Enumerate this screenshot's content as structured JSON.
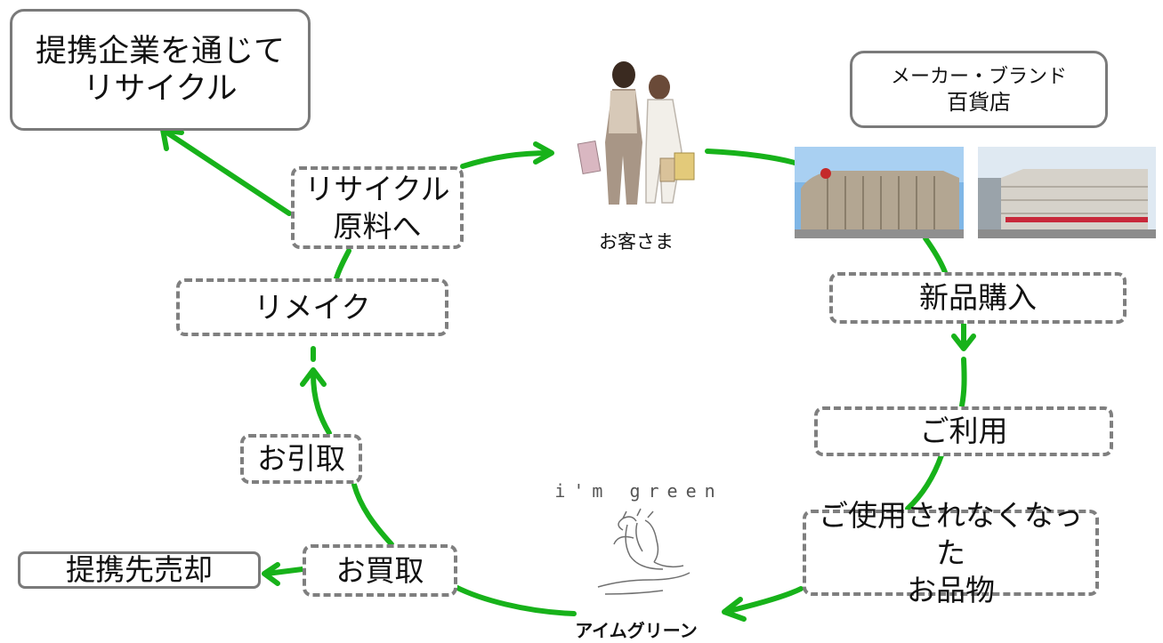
{
  "boxes": {
    "recycle_partner": [
      "提携企業を通じて",
      "リサイクル"
    ],
    "maker_brand": [
      "メーカー・ブランド",
      "百貨店"
    ],
    "recycle_material": [
      "リサイクル",
      "原料へ"
    ],
    "remake": "リメイク",
    "new_purchase": "新品購入",
    "use": "ご利用",
    "unused_items": [
      "ご使用されなくなった",
      "お品物"
    ],
    "pickup": "お引取",
    "buyback": "お買取",
    "partner_sale": "提携先売却"
  },
  "labels": {
    "customer": "お客さま",
    "brand_logo": "i'm green",
    "company": "アイムグリーン"
  },
  "colors": {
    "arrow": "#17b21a",
    "border": "#7f7f7f"
  }
}
